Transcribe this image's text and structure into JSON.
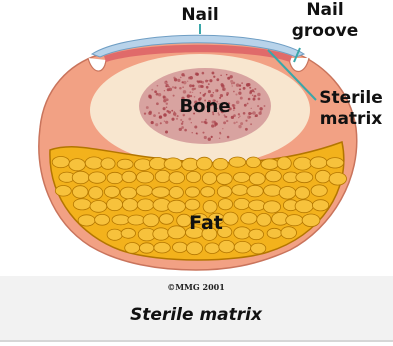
{
  "labels": {
    "nail": "Nail",
    "nail_groove_line1": "Nail",
    "nail_groove_line2": "groove",
    "sterile_matrix_line1": "Sterile",
    "sterile_matrix_line2": "matrix",
    "bone": "Bone",
    "fat": "Fat"
  },
  "copyright": "©MMG 2001",
  "caption": "Sterile matrix",
  "colors": {
    "skin": "#f2a184",
    "skin_outline": "#c9745c",
    "bone_pad": "#f8e6cf",
    "bone_speckle": "#a8424a",
    "fat": "#f3b21c",
    "fat_outline": "#b37600",
    "nail": "#b8d3ea",
    "nail_edge": "#6f9ec4",
    "sterile_matrix": "#e06a6a",
    "leader_line": "#3aa7a9",
    "caption_bar": "#f2f2f2",
    "divider": "#c8c8c8"
  }
}
